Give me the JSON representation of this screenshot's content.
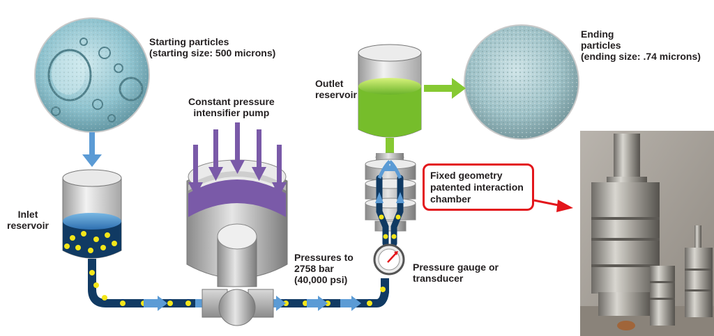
{
  "labels": {
    "starting": [
      "Starting particles",
      "(starting size:  500 microns)"
    ],
    "ending": [
      "Ending",
      "particles",
      "(ending size: .74 microns)"
    ],
    "pump": [
      "Constant pressure",
      "intensifier pump"
    ],
    "outlet": [
      "Outlet",
      "reservoir"
    ],
    "inlet": [
      "Inlet",
      "reservoir"
    ],
    "chamber": [
      "Fixed geometry",
      "patented interaction",
      "chamber"
    ],
    "pressures": [
      "Pressures to",
      "2758 bar",
      "(40,000 psi)"
    ],
    "gauge": [
      "Pressure gauge or",
      "transducer"
    ]
  },
  "colors": {
    "flow_blue": "#5b9bd5",
    "pipe_navy": "#103a63",
    "particle_yellow": "#f4e61a",
    "pump_purple": "#7a5aa8",
    "outlet_green": "#86c932",
    "callout_red": "#e3161b"
  }
}
